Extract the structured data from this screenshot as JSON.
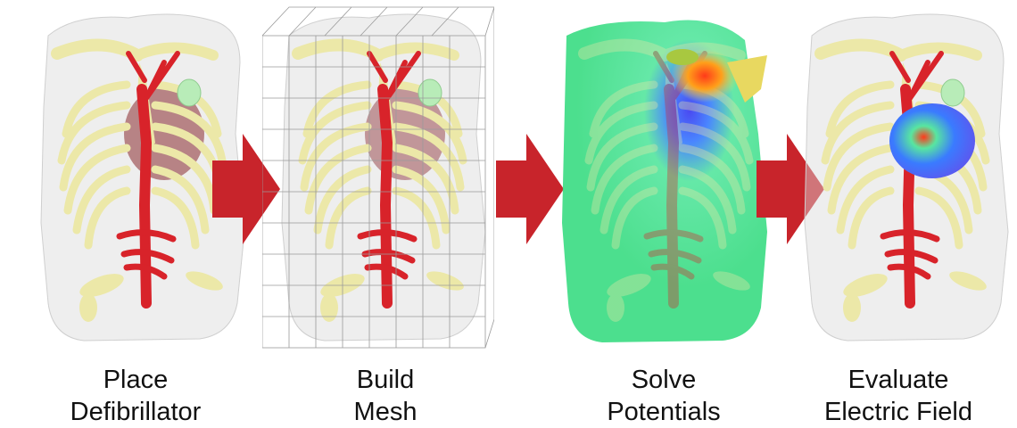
{
  "steps": [
    {
      "line1": "Place",
      "line2": "Defibrillator"
    },
    {
      "line1": "Build",
      "line2": "Mesh"
    },
    {
      "line1": "Solve",
      "line2": "Potentials"
    },
    {
      "line1": "Evaluate",
      "line2": "Electric Field"
    }
  ],
  "colors": {
    "arrow": "#c8242b",
    "bone": "#ece8a8",
    "vessel": "#d8232a",
    "torso": "#d9d9d9",
    "mesh": "#9a9a9a",
    "field_low": "#3a7bff",
    "field_mid": "#58e6a0",
    "field_high": "#ff3a1a"
  },
  "icons": [
    "process-arrow-icon"
  ]
}
